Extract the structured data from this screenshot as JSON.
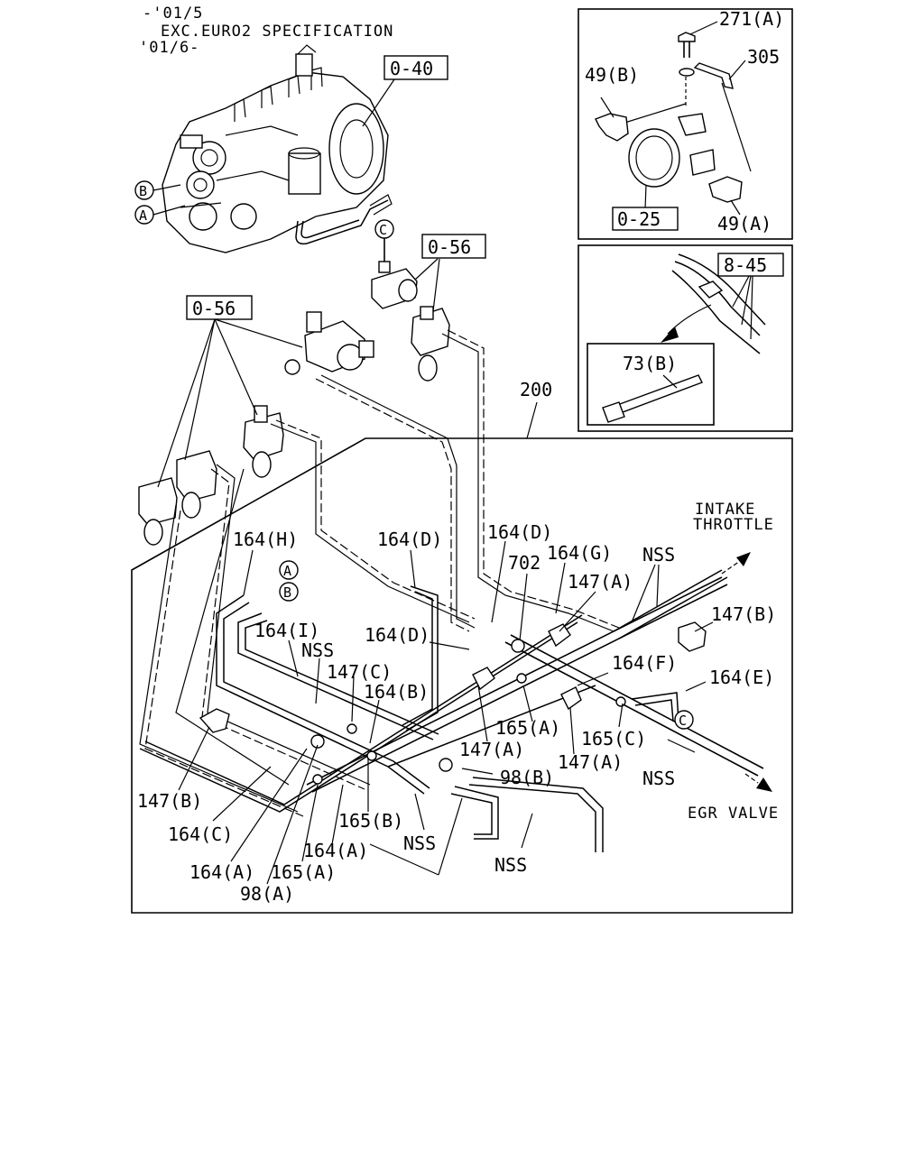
{
  "header": {
    "line1": "-'01/5",
    "line2": "EXC.EURO2 SPECIFICATION",
    "line3": "'01/6-"
  },
  "boxed_refs": {
    "pump": "0-40",
    "valve_upper": "0-56",
    "valve_left": "0-56",
    "inset_hose": "0-25",
    "inset_harness": "8-45"
  },
  "inset_top": {
    "bolt": "271(A)",
    "bracket": "305",
    "clip_b": "49(B)",
    "clip_a": "49(A)"
  },
  "inset_mid": {
    "tie": "73(B)"
  },
  "assembly": {
    "label": "200"
  },
  "flow": {
    "intake": "INTAKE",
    "throttle": "THROTTLE",
    "egr": "EGR VALVE"
  },
  "markers": {
    "a": "A",
    "b": "B",
    "c": "C"
  },
  "labels": {
    "l164h": "164(H)",
    "l164d_1": "164(D)",
    "l164d_2": "164(D)",
    "l164d_3": "164(D)",
    "l702": "702",
    "l164g": "164(G)",
    "nss_top": "NSS",
    "l147a_top": "147(A)",
    "l147b_right": "147(B)",
    "l164i": "164(I)",
    "nss_left": "NSS",
    "l147c": "147(C)",
    "l164b": "164(B)",
    "l164f": "164(F)",
    "l164e": "164(E)",
    "l165a_mid": "165(A)",
    "l165c": "165(C)",
    "l147a_mid": "147(A)",
    "l147a_mid2": "147(A)",
    "l98b": "98(B)",
    "nss_right": "NSS",
    "l147b_left": "147(B)",
    "l165b": "165(B)",
    "nss_bottom": "NSS",
    "nss_center": "NSS",
    "l164c": "164(C)",
    "l164a_1": "164(A)",
    "l164a_2": "164(A)",
    "l165a_bottom": "165(A)",
    "l98a": "98(A)"
  }
}
